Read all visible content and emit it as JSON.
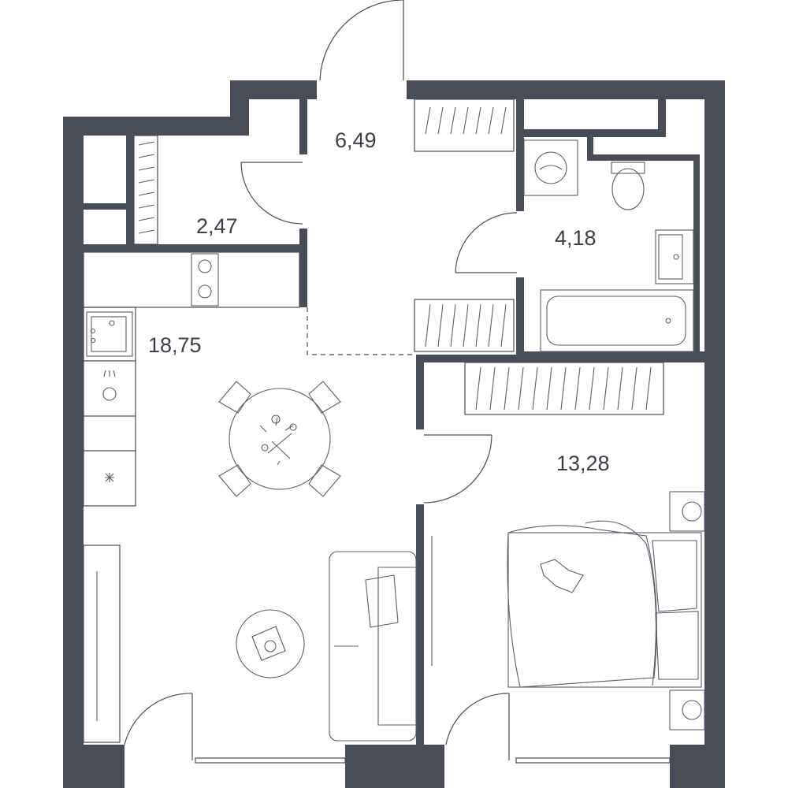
{
  "colors": {
    "wall": "#4a4c57",
    "line": "#5a5c66",
    "background": "#ffffff"
  },
  "rooms": [
    {
      "id": "hall",
      "area": "6,49"
    },
    {
      "id": "storage",
      "area": "2,47"
    },
    {
      "id": "bathroom",
      "area": "4,18"
    },
    {
      "id": "kitchen-living",
      "area": "18,75"
    },
    {
      "id": "bedroom",
      "area": "13,28"
    }
  ]
}
